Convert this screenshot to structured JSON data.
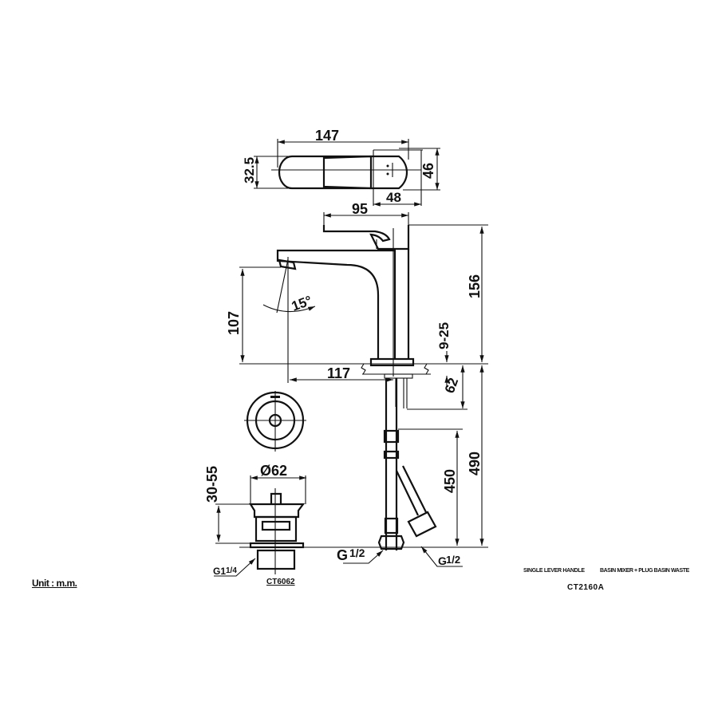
{
  "drawing": {
    "unit_label": "Unit : m.m.",
    "model_code": "CT2160A",
    "description_left": "SINGLE LEVER HANDLE",
    "description_right": "BASIN MIXER + PLUG BASIN WASTE",
    "waste_model_code": "CT6062"
  },
  "top_view": {
    "dim_length": "147",
    "dim_width_left": "32.5",
    "dim_width_right": "46",
    "dim_lever_base": "48"
  },
  "side_view": {
    "dim_lever_length": "95",
    "dim_total_height": "156",
    "dim_spout_height": "107",
    "dim_spout_reach": "117",
    "dim_angle": "15°",
    "dim_deck_thickness": "9-25",
    "dim_shank": "62",
    "dim_hose_total": "490",
    "dim_hose": "450",
    "thread_left": "G",
    "thread_left_frac": "1/2",
    "thread_right": "G",
    "thread_right_frac": "1/2"
  },
  "waste_view": {
    "dim_diameter": "Ø62",
    "dim_range": "30-55",
    "thread": "G1",
    "thread_frac": "1/4"
  },
  "colors": {
    "line": "#111111",
    "background": "#ffffff"
  }
}
